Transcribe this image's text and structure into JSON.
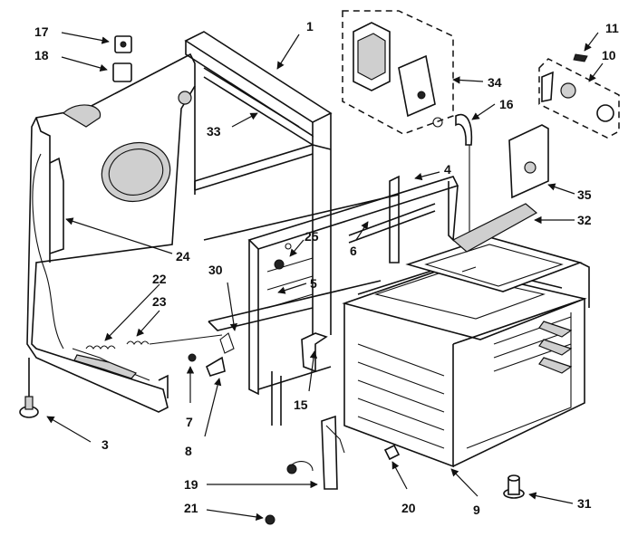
{
  "callouts": [
    {
      "id": "c1",
      "label": "1"
    },
    {
      "id": "c3",
      "label": "3"
    },
    {
      "id": "c4",
      "label": "4"
    },
    {
      "id": "c5",
      "label": "5"
    },
    {
      "id": "c6",
      "label": "6"
    },
    {
      "id": "c7",
      "label": "7"
    },
    {
      "id": "c8",
      "label": "8"
    },
    {
      "id": "c9",
      "label": "9"
    },
    {
      "id": "c10",
      "label": "10"
    },
    {
      "id": "c11",
      "label": "11"
    },
    {
      "id": "c15",
      "label": "15"
    },
    {
      "id": "c16",
      "label": "16"
    },
    {
      "id": "c17",
      "label": "17"
    },
    {
      "id": "c18",
      "label": "18"
    },
    {
      "id": "c19",
      "label": "19"
    },
    {
      "id": "c20",
      "label": "20"
    },
    {
      "id": "c21",
      "label": "21"
    },
    {
      "id": "c22",
      "label": "22"
    },
    {
      "id": "c23",
      "label": "23"
    },
    {
      "id": "c24",
      "label": "24"
    },
    {
      "id": "c25",
      "label": "25"
    },
    {
      "id": "c30",
      "label": "30"
    },
    {
      "id": "c31",
      "label": "31"
    },
    {
      "id": "c32",
      "label": "32"
    },
    {
      "id": "c33",
      "label": "33"
    },
    {
      "id": "c34",
      "label": "34"
    },
    {
      "id": "c35",
      "label": "35"
    }
  ]
}
